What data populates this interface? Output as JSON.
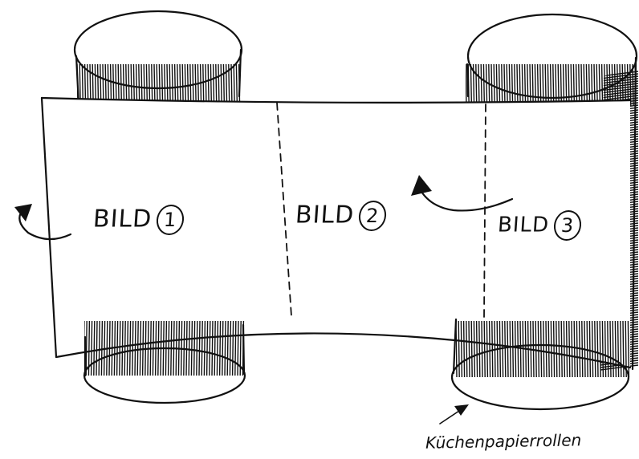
{
  "panels": [
    {
      "word": "BILD",
      "number": "1"
    },
    {
      "word": "BILD",
      "number": "2"
    },
    {
      "word": "BILD",
      "number": "3"
    }
  ],
  "roll_caption": "Küchenpapierrollen"
}
